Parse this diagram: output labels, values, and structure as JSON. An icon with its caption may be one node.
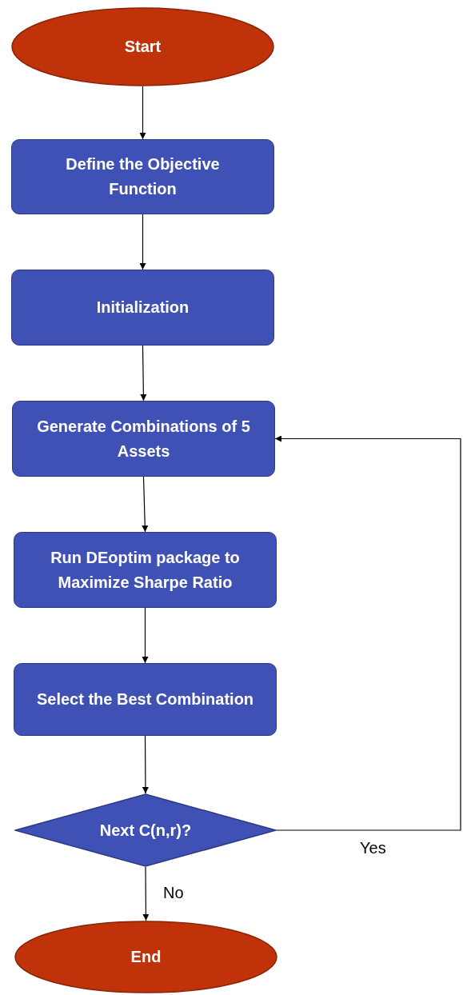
{
  "diagram": {
    "nodes": [
      {
        "text": [
          "Start"
        ]
      },
      {
        "text": [
          "Define the Objective Function"
        ]
      },
      {
        "text": [
          "Initialization"
        ]
      },
      {
        "text": [
          "Generate Combinations of 5 Assets"
        ]
      },
      {
        "text": [
          "Run DEoptim package to Maximize Sharpe Ratio"
        ]
      },
      {
        "text": [
          "Select the Best Combination"
        ]
      },
      {
        "text": [
          "Next C(n,r)?"
        ]
      },
      {
        "text": [
          "End"
        ]
      }
    ],
    "edges": [
      {
        "from": 0,
        "to": 1,
        "arrow": "to"
      },
      {
        "from": 1,
        "to": 2,
        "arrow": "to"
      },
      {
        "from": 2,
        "to": 3,
        "arrow": "to"
      },
      {
        "from": 3,
        "to": 4,
        "arrow": "to"
      },
      {
        "from": 4,
        "to": 5,
        "arrow": "to"
      },
      {
        "from": 5,
        "to": 6,
        "arrow": "to"
      },
      {
        "from": 6,
        "to": 7,
        "arrow": "to",
        "label": "No"
      },
      {
        "from": 6,
        "to": 3,
        "arrow": "to",
        "label": "Yes"
      }
    ]
  }
}
